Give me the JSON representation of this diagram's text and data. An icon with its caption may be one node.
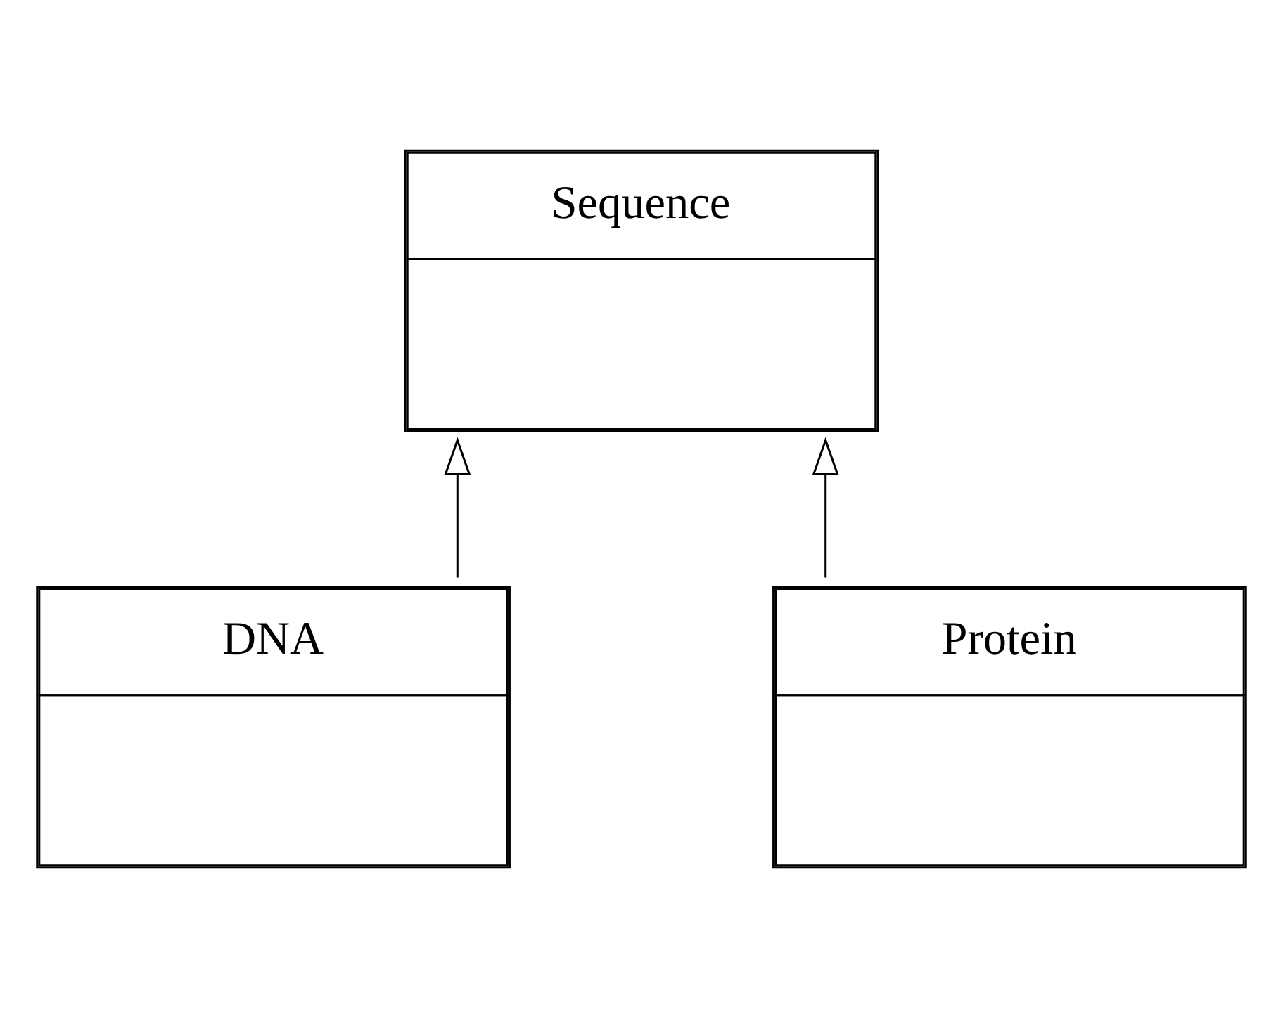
{
  "diagram": {
    "nodes": [
      {
        "text": [
          "Sequence"
        ]
      },
      {
        "text": [
          "DNA"
        ]
      },
      {
        "text": [
          "Protein"
        ]
      }
    ],
    "edges": [
      {
        "from": 1,
        "to": 0,
        "arrow": "to"
      },
      {
        "from": 2,
        "to": 0,
        "arrow": "to"
      }
    ]
  }
}
